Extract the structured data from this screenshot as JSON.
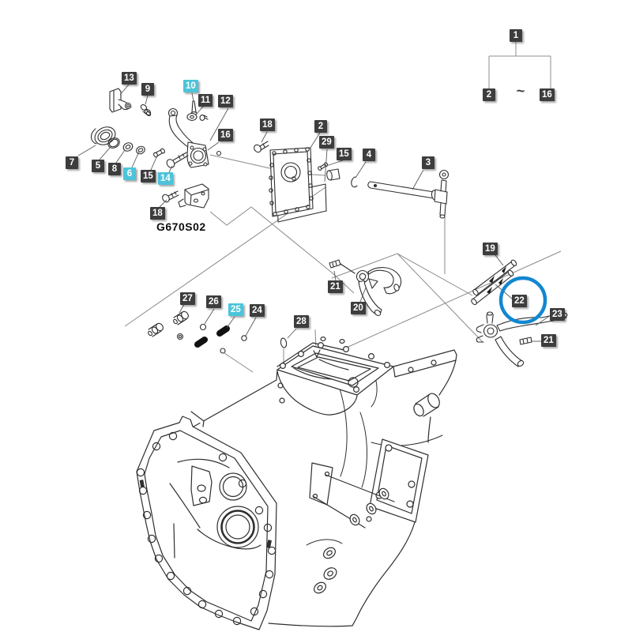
{
  "figure": {
    "code": "G670S02",
    "type": "exploded-parts-diagram",
    "highlighted_parts": [
      "10",
      "6",
      "14",
      "25"
    ],
    "circled_part": "22"
  },
  "colors": {
    "label_bg": "#3d3d3d",
    "label_highlight_bg": "#4cc4d9",
    "label_text": "#ffffff",
    "selection_circle": "#1287d1",
    "line_art": "#2f2f2f"
  },
  "tree": {
    "parent": "1",
    "child_left": "2",
    "separator": "~",
    "child_right": "16"
  },
  "labels": [
    {
      "id": "1",
      "text": "1"
    },
    {
      "id": "2-top",
      "text": "2"
    },
    {
      "id": "16-top",
      "text": "16"
    },
    {
      "id": "13",
      "text": "13"
    },
    {
      "id": "9",
      "text": "9"
    },
    {
      "id": "10",
      "text": "10",
      "highlighted": true
    },
    {
      "id": "11",
      "text": "11"
    },
    {
      "id": "12",
      "text": "12"
    },
    {
      "id": "16",
      "text": "16"
    },
    {
      "id": "7",
      "text": "7"
    },
    {
      "id": "5",
      "text": "5"
    },
    {
      "id": "8",
      "text": "8"
    },
    {
      "id": "6",
      "text": "6",
      "highlighted": true
    },
    {
      "id": "15-left",
      "text": "15"
    },
    {
      "id": "14",
      "text": "14",
      "highlighted": true
    },
    {
      "id": "18-left",
      "text": "18"
    },
    {
      "id": "18-mid",
      "text": "18"
    },
    {
      "id": "2",
      "text": "2"
    },
    {
      "id": "29",
      "text": "29"
    },
    {
      "id": "15-mid",
      "text": "15"
    },
    {
      "id": "4",
      "text": "4"
    },
    {
      "id": "3",
      "text": "3"
    },
    {
      "id": "19",
      "text": "19"
    },
    {
      "id": "22",
      "text": "22",
      "circled": true
    },
    {
      "id": "23",
      "text": "23"
    },
    {
      "id": "21-right",
      "text": "21"
    },
    {
      "id": "21-left",
      "text": "21"
    },
    {
      "id": "20",
      "text": "20"
    },
    {
      "id": "27",
      "text": "27"
    },
    {
      "id": "26",
      "text": "26"
    },
    {
      "id": "25",
      "text": "25",
      "highlighted": true
    },
    {
      "id": "24",
      "text": "24"
    },
    {
      "id": "28",
      "text": "28"
    }
  ]
}
